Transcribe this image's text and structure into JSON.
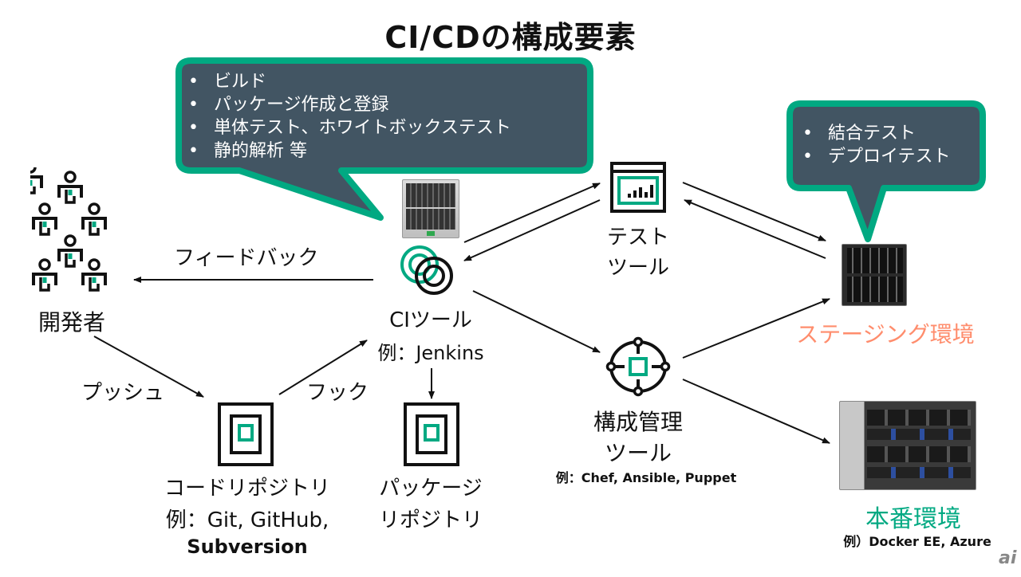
{
  "title": "CI/CDの構成要素",
  "colors": {
    "accent_green": "#01a982",
    "bubble_fill": "#425563",
    "staging_orange": "#ff8d6d",
    "production_green": "#01a982",
    "text": "#111111"
  },
  "ci_bubble": {
    "items": [
      "ビルド",
      "パッケージ作成と登録",
      "単体テスト、ホワイトボックステスト",
      "静的解析 等"
    ]
  },
  "staging_bubble": {
    "items": [
      "結合テスト",
      "デプロイテスト"
    ]
  },
  "nodes": {
    "developers": {
      "label": "開発者",
      "icon": "people-group-icon"
    },
    "ci_tool": {
      "label": "CIツール",
      "example": "例：Jenkins",
      "icon": "linked-rings-icon"
    },
    "test_tool": {
      "label_line1": "テスト",
      "label_line2": "ツール",
      "icon": "chart-window-icon"
    },
    "config_tool": {
      "label_line1": "構成管理",
      "label_line2": "ツール",
      "example": "例：Chef, Ansible, Puppet",
      "icon": "network-hub-icon"
    },
    "code_repo": {
      "label": "コードリポジトリ",
      "example_line1": "例：Git, GitHub,",
      "example_line2": "Subversion",
      "icon": "repository-icon"
    },
    "package_repo": {
      "label_line1": "パッケージ",
      "label_line2": "リポジトリ",
      "icon": "repository-icon"
    },
    "staging": {
      "label": "ステージング環境",
      "icon": "blade-server-icon"
    },
    "production": {
      "label": "本番環境",
      "example": "例）Docker EE, Azure",
      "icon": "server-rack-icon"
    }
  },
  "edges": {
    "feedback": "フィードバック",
    "push": "プッシュ",
    "hook": "フック"
  },
  "watermark": "ai"
}
